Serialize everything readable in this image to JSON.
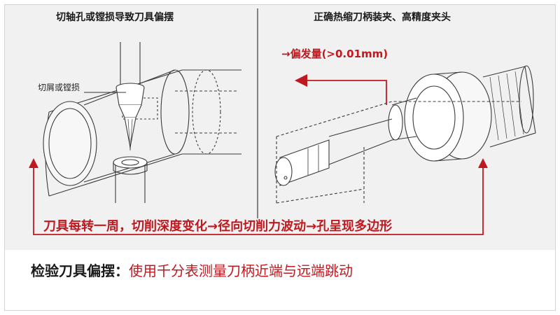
{
  "left_panel": {
    "title": "切轴孔或镗损导致刀具偏摆",
    "chip_label": "切屑或镗损"
  },
  "right_panel": {
    "title": "正确热缩刀柄装夹、高精度夹头",
    "runout_label": "→偏发量(>0.01mm)"
  },
  "mechanism_text": "刀具每转一周，切削深度变化→径向切削力波动→孔呈现多边形",
  "note": {
    "title": "检验刀具偏摆：",
    "body": "使用千分表测量刀柄近端与远端跳动"
  },
  "colors": {
    "accent_red": "#c0181f",
    "panel_bg": "#f1f1f1",
    "line_art": "#3a3a3a"
  }
}
